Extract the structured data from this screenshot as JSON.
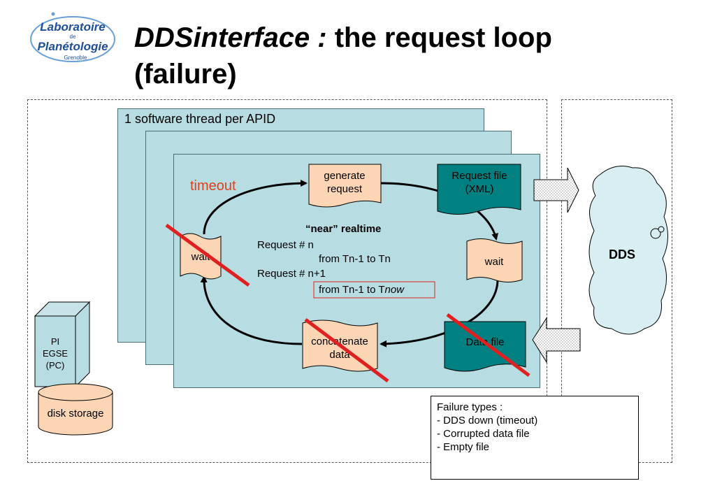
{
  "logo": {
    "line1": "Laboratoire",
    "line2": "de",
    "line3": "Planétologie",
    "line4": "Grenoble"
  },
  "title": {
    "italic_part": "DDSinterface :",
    "rest": " the request loop",
    "line2": "(failure)"
  },
  "panel_label": "1 software thread per APID",
  "timeout_label": "timeout",
  "nodes": {
    "generate_request": [
      "generate",
      "request"
    ],
    "request_file": [
      "Request file",
      "(XML)"
    ],
    "wait_left": "wait",
    "wait_right": "wait",
    "concatenate_data": [
      "concatenate",
      "data"
    ],
    "data_file": "Data file",
    "dds": "DDS",
    "pi_egse": [
      "PI",
      "EGSE",
      "(PC)"
    ],
    "disk_storage": "disk storage"
  },
  "realtime": {
    "heading": "“near” realtime",
    "line1": "Request # n",
    "line2": "from Tn-1 to Tn",
    "line3": "Request # n+1",
    "line4_prefix": "from Tn-1 to T",
    "line4_italic": "now"
  },
  "failure_types": {
    "heading": "Failure types :",
    "items": [
      "- DDS down (timeout)",
      "- Corrupted data file",
      "- Empty file"
    ]
  },
  "colors": {
    "panel": "#b7dde3",
    "doc_orange": "#fcd5b4",
    "doc_teal": "#008080",
    "cross_red": "#e02020",
    "timeout_red": "#e0401a",
    "logo_blue": "#1f4e9a",
    "cloud": "#d9eef3"
  }
}
